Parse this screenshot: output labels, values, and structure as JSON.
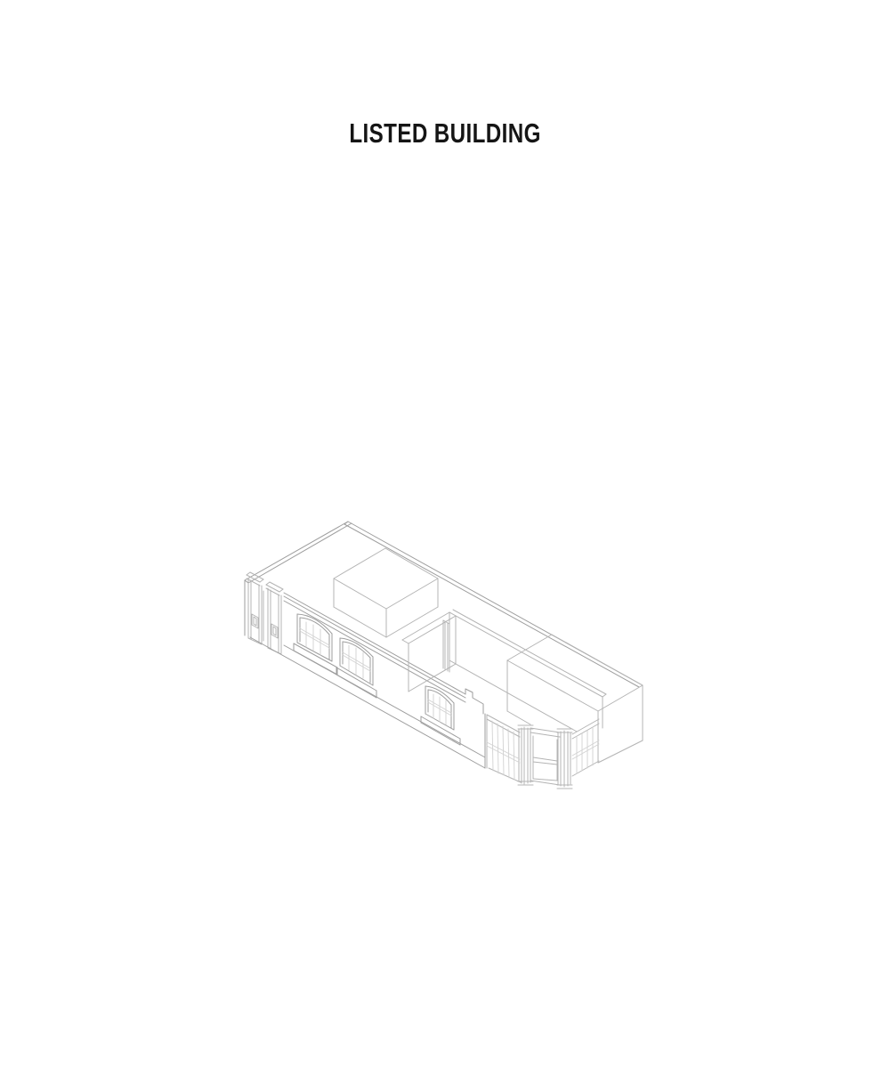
{
  "title": "LISTED BUILDING",
  "drawing": {
    "label": "isometric-cutaway-line-drawing-of-listed-building",
    "background": "#ffffff",
    "stroke_dark": "#9e9e9e",
    "stroke_main": "#b4b4b4",
    "stroke_light": "#d2d2d2",
    "groups": [
      {
        "name": "wall-top-edges",
        "color": "dark",
        "sw": 1,
        "paths": [
          "M391,586 L722,770",
          "M387,589 L718,772",
          "M391,586 L387,589",
          "M391,586 L275,652",
          "M395,588 L279,655",
          "M275,652 L279,655",
          "M275,652 L275,714"
        ]
      },
      {
        "name": "left-pilasters",
        "color": "main",
        "sw": 1,
        "paths": [
          "M277,646 L292,654",
          "M277,650 L292,658",
          "M281,643 L296,651",
          "M277,646 L281,643",
          "M292,654 L296,651",
          "M279,650 L279,717",
          "M282,652 L282,718",
          "M291,657 L291,722",
          "M294,658 L294,723",
          "M279,717 L294,724",
          "M283,690 L290,694 L290,706 L283,702 Z",
          "M285,693 L288,695 L288,703 L285,701 Z",
          "M296,664 L296,720",
          "M299,657 L314,665",
          "M299,661 L314,669",
          "M303,654 L318,662",
          "M299,657 L303,654",
          "M314,665 L318,662",
          "M301,661 L301,728",
          "M304,663 L304,729",
          "M313,668 L313,733",
          "M316,669 L316,734",
          "M301,728 L316,735",
          "M305,701 L312,705 L312,717 L305,713 Z",
          "M307,704 L310,706 L310,714 L307,712 Z"
        ]
      },
      {
        "name": "front-facade",
        "color": "dark",
        "sw": 1,
        "paths": [
          "M319,666 L523,780",
          "M319,670 L523,784",
          "M319,675 L523,789",
          "M523,780 L523,774 L531,778 L531,784 L543,791 L543,802",
          "M281,716 L545,863",
          "M319,725 L545,851",
          "M545,802 L545,863"
        ]
      },
      {
        "name": "window-1",
        "color": "dark",
        "sw": 1,
        "paths": [
          "M334,690 L334,722",
          "M373,712 L373,743",
          "M334,690 Q355,691 373,712",
          "M334,722 L373,743",
          "M337,694 L337,721",
          "M370,713 L370,741",
          "M337,694 Q355,695 370,713",
          "M330,723 L379,750",
          "M330,731 L379,758",
          "M330,723 L330,731",
          "M379,750 L379,758"
        ]
      },
      {
        "name": "window-1-glazing",
        "color": "light",
        "sw": 0.9,
        "paths": [
          "M344,699 L344,727",
          "M352,702 L352,731",
          "M360,707 L360,736",
          "M337,706 L370,725",
          "M337,709 L370,728"
        ]
      },
      {
        "name": "window-2",
        "color": "dark",
        "sw": 1,
        "paths": [
          "M382,717 L382,748",
          "M419,738 L419,770",
          "M382,717 Q400,718 419,738",
          "M382,748 L419,770",
          "M385,721 L385,746",
          "M416,739 L416,767",
          "M385,721 Q400,722 416,739",
          "M378,750 L423,776",
          "M378,758 L423,784",
          "M378,750 L378,758",
          "M423,776 L423,784"
        ]
      },
      {
        "name": "window-2-glazing",
        "color": "light",
        "sw": 0.9,
        "paths": [
          "M392,725 L392,753",
          "M400,728 L400,758",
          "M408,733 L408,762",
          "M385,733 L416,751",
          "M385,736 L416,754"
        ]
      },
      {
        "name": "window-3",
        "color": "dark",
        "sw": 1,
        "paths": [
          "M478,771 L478,802",
          "M510,790 L510,820",
          "M478,771 Q494,772 510,790",
          "M478,802 L510,820",
          "M481,775 L481,800",
          "M507,792 L507,818",
          "M481,775 Q494,776 507,792",
          "M473,805 L517,830",
          "M473,812 L517,837",
          "M473,805 L473,812",
          "M517,830 L517,837"
        ]
      },
      {
        "name": "window-3-glazing",
        "color": "light",
        "sw": 0.9,
        "paths": [
          "M487,780 L487,807",
          "M494,783 L494,811",
          "M501,787 L501,814",
          "M481,786 L507,801",
          "M481,789 L507,804"
        ]
      },
      {
        "name": "interior-walls",
        "color": "main",
        "sw": 1,
        "paths": [
          "M433,616 L492,650 L434,684 L375,650 Z",
          "M375,650 L375,682",
          "M434,684 L434,716",
          "M492,650 L492,682",
          "M375,682 L434,716",
          "M434,716 L492,682",
          "M505,688 L452,719",
          "M512,692 L459,723",
          "M452,719 L459,723",
          "M459,723 L459,777",
          "M459,777 L512,746",
          "M512,692 L512,746",
          "M498,697 L498,751",
          "M505,701 L505,755",
          "M500,698 L500,752",
          "M503,700 L503,754",
          "M498,697 L505,701",
          "M505,688 L677,783",
          "M509,685 L681,780",
          "M677,783 L681,780",
          "M505,688 L505,742",
          "M505,742 L648,822",
          "M677,783 L677,818"
        ]
      },
      {
        "name": "right-end-block",
        "color": "main",
        "sw": 1,
        "paths": [
          "M620,713 L722,770",
          "M722,770 L672,799",
          "M672,799 L570,742",
          "M570,742 L620,713",
          "M722,770 L722,832",
          "M672,799 L672,857",
          "M722,832 L672,857",
          "M570,742 L570,799",
          "M570,799 L596,814"
        ]
      },
      {
        "name": "shopfront-frame",
        "color": "main",
        "sw": 1,
        "paths": [
          "M547,803 L584,823",
          "M547,808 L584,828",
          "M547,803 L547,863",
          "M549,863 L585,879",
          "M582,815 L599,815",
          "M582,819 L599,819",
          "M583,819 L583,878",
          "M586,818 L586,880",
          "M589,817 L589,881",
          "M593,818 L593,880",
          "M596,819 L596,879",
          "M582,878 L599,878",
          "M582,882 L599,882",
          "M596,818 L629,823",
          "M596,823 L629,828",
          "M599,827 L599,875",
          "M626,831 L626,877",
          "M599,851 L626,855",
          "M599,856 L626,859",
          "M599,875 L626,877",
          "M596,877 L629,882",
          "M626,819 L643,819",
          "M626,823 L643,823",
          "M627,823 L627,881",
          "M630,822 L630,883",
          "M634,821 L634,884",
          "M638,822 L638,883",
          "M641,823 L641,881",
          "M626,882 L643,882",
          "M626,886 L643,886",
          "M643,825 L673,808",
          "M643,830 L673,813",
          "M643,872 L673,855"
        ]
      },
      {
        "name": "shopfront-glazing",
        "color": "light",
        "sw": 0.9,
        "paths": [
          "M553,810 L554,866",
          "M559,813 L560,869",
          "M565,816 L566,871",
          "M571,819 L572,874",
          "M577,822 L578,876",
          "M547,834 L584,853",
          "M547,838 L584,857",
          "M648,827 L648,869",
          "M654,824 L654,866",
          "M660,821 L660,863",
          "M666,817 L666,860",
          "M643,849 L673,832",
          "M643,853 L673,836"
        ]
      }
    ]
  }
}
